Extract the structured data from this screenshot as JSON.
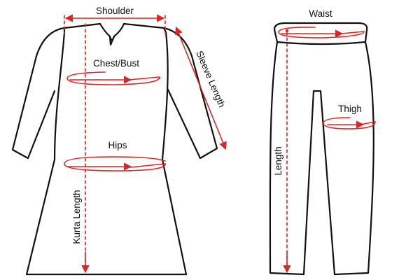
{
  "colors": {
    "outline": "#111111",
    "measure": "#e02424"
  },
  "labels": {
    "shoulder": "Shoulder",
    "chest_bust": "Chest/Bust",
    "sleeve_length": "Sleeve Length",
    "hips": "Hips",
    "kurta_length": "Kurta Length",
    "waist": "Waist",
    "thigh": "Thigh",
    "length": "Length"
  }
}
